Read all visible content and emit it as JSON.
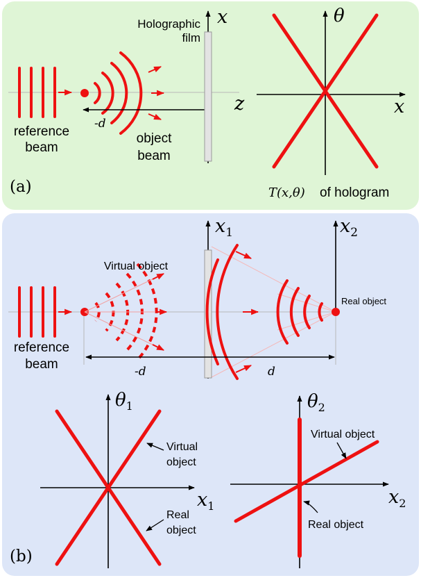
{
  "colors": {
    "panel_a_bg": "#dff5d6",
    "panel_b_bg": "#dde6f8",
    "wave": "#ee1111",
    "axis": "#000000",
    "guide": "#b8b8b8",
    "film": "#e3e3e3"
  },
  "panel_a": {
    "label": "(a)",
    "film_label_1": "Holographic",
    "film_label_2": "film",
    "axis_x": "x",
    "axis_z": "z",
    "reference_label_1": "reference",
    "reference_label_2": "beam",
    "object_label_1": "object",
    "object_label_2": "beam",
    "distance_label": "-d",
    "phase_axis_theta": "θ",
    "phase_axis_x": "x",
    "caption_math": "T(x,θ)",
    "caption_text": "of hologram"
  },
  "panel_b": {
    "label": "(b)",
    "axis_x1": "x",
    "axis_x1_sub": "1",
    "axis_x2": "x",
    "axis_x2_sub": "2",
    "virtual_label": "Virtual object",
    "real_label": "Real object",
    "reference_label_1": "reference",
    "reference_label_2": "beam",
    "dist_left": "-d",
    "dist_right": "d",
    "plot1": {
      "theta": "θ",
      "theta_sub": "1",
      "x": "x",
      "x_sub": "1",
      "virtual_1": "Virtual",
      "virtual_2": "object",
      "real_1": "Real",
      "real_2": "object"
    },
    "plot2": {
      "theta": "θ",
      "theta_sub": "2",
      "x": "x",
      "x_sub": "2",
      "virtual": "Virtual object",
      "real": "Real object"
    }
  }
}
